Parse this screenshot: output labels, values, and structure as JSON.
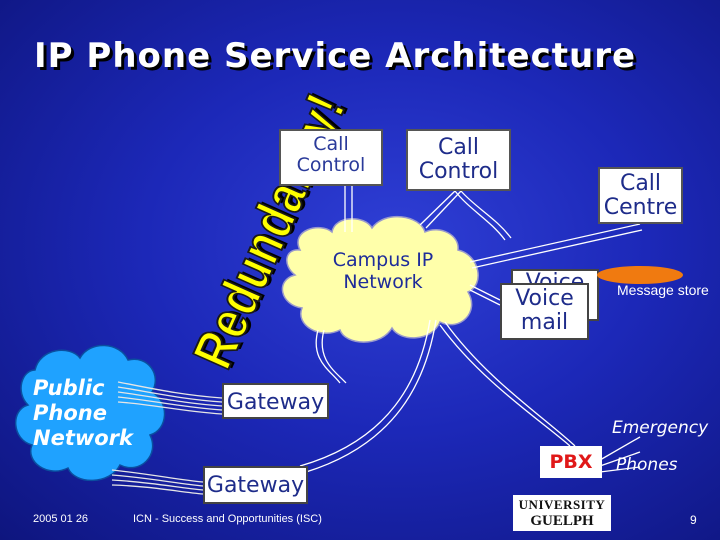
{
  "slide": {
    "title": "IP Phone Service Architecture",
    "redundancy": "Redundancy!"
  },
  "nodes": {
    "call_control_1": "Call Control",
    "call_control_2": "Call Control",
    "call_centre": "Call Centre",
    "campus_network": "Campus IP Network",
    "voice_mail_back": "Voice",
    "voice_mail_front": "Voice mail",
    "message_store": "Message store",
    "public_network": "Public Phone Network",
    "gateway_1": "Gateway",
    "gateway_2": "Gateway",
    "pbx": "PBX",
    "emergency_line1": "Emergency",
    "emergency_line2": "Phones"
  },
  "footer": {
    "date": "2005 01 26",
    "course": "ICN - Success and Opportunities (ISC)",
    "page": "9",
    "logo_line1": "UNIVERSITY",
    "logo_line2": "GUELPH"
  },
  "colors": {
    "background": "#1c28b8",
    "title": "#ffffff",
    "redundancy": "#ffff00",
    "cloud": "#ffffaa",
    "public_cloud": "#1fa2ff",
    "message_store": "#f07a10",
    "pbx_text": "#e01818"
  }
}
